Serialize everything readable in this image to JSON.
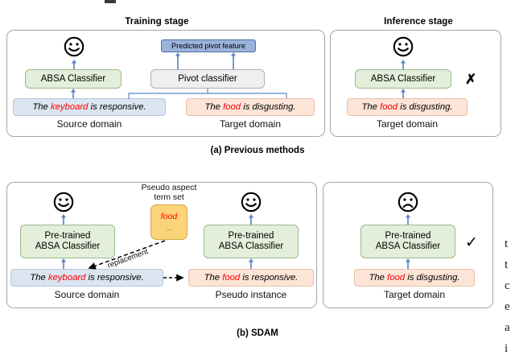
{
  "figure": {
    "top_artifact": "",
    "panel_a": {
      "caption": "(a) Previous methods",
      "training": {
        "stage_title": "Training stage",
        "absa_classifier_label": "ABSA Classifier",
        "pivot_classifier_label": "Pivot classifier",
        "predicted_pivot_feature_label": "Predicted pivot feature",
        "source_sentence": {
          "prefix": "The ",
          "aspect": "keyboard",
          "suffix": " is responsive."
        },
        "target_sentence": {
          "prefix": "The ",
          "aspect": "food",
          "suffix": " is disgusting."
        },
        "source_domain_label": "Source domain",
        "target_domain_label": "Target domain",
        "sentiment_icon": "happy-face-icon"
      },
      "inference": {
        "stage_title": "Inference stage",
        "absa_classifier_label": "ABSA Classifier",
        "target_sentence": {
          "prefix": "The ",
          "aspect": "food",
          "suffix": " is disgusting."
        },
        "target_domain_label": "Target domain",
        "sentiment_icon": "happy-face-icon",
        "verdict_mark": "✗",
        "verdict_name": "cross-mark-icon"
      }
    },
    "panel_b": {
      "caption": "(b) SDAM",
      "training": {
        "source": {
          "classifier_line1": "Pre-trained",
          "classifier_line2": "ABSA Classifier",
          "sentence": {
            "prefix": "The ",
            "aspect": "keyboard",
            "suffix": " is responsive."
          },
          "domain_label": "Source domain",
          "sentiment_icon": "happy-face-icon"
        },
        "pseudo_aspect": {
          "caption_line1": "Pseudo aspect",
          "caption_line2": "term set",
          "term": "food",
          "ellipsis": "...",
          "edge_label": "replacement"
        },
        "pseudo_instance": {
          "classifier_line1": "Pre-trained",
          "classifier_line2": "ABSA Classifier",
          "sentence": {
            "prefix": "The ",
            "aspect": "food",
            "suffix": " is responsive."
          },
          "domain_label": "Pseudo instance",
          "sentiment_icon": "happy-face-icon"
        }
      },
      "inference": {
        "classifier_line1": "Pre-trained",
        "classifier_line2": "ABSA Classifier",
        "sentence": {
          "prefix": "The ",
          "aspect": "food",
          "suffix": " is disgusting."
        },
        "domain_label": "Target domain",
        "sentiment_icon": "sad-face-icon",
        "verdict_mark": "✓",
        "verdict_name": "check-mark-icon"
      }
    },
    "cut_off_text_column": [
      "t",
      "t",
      "c",
      "e",
      "a",
      "i"
    ],
    "colors": {
      "classifier_green_fill": "#e3efda",
      "classifier_green_border": "#9ab98a",
      "pivot_gray_fill": "#efefef",
      "pivot_gray_border": "#b0b0b0",
      "pivot_feature_blue_fill": "#9bb3da",
      "pivot_feature_blue_border": "#4a6fa8",
      "aspect_set_yellow_fill": "#fbd379",
      "aspect_set_yellow_border": "#d6a63c",
      "source_sentence_fill": "#dbe5f1",
      "target_sentence_fill": "#fce4d7",
      "aspect_term_red": "#ff0000",
      "arrow_blue": "#5b87c8",
      "connector_blue": "#5b87c8",
      "panel_border": "#a6a6a6"
    }
  }
}
